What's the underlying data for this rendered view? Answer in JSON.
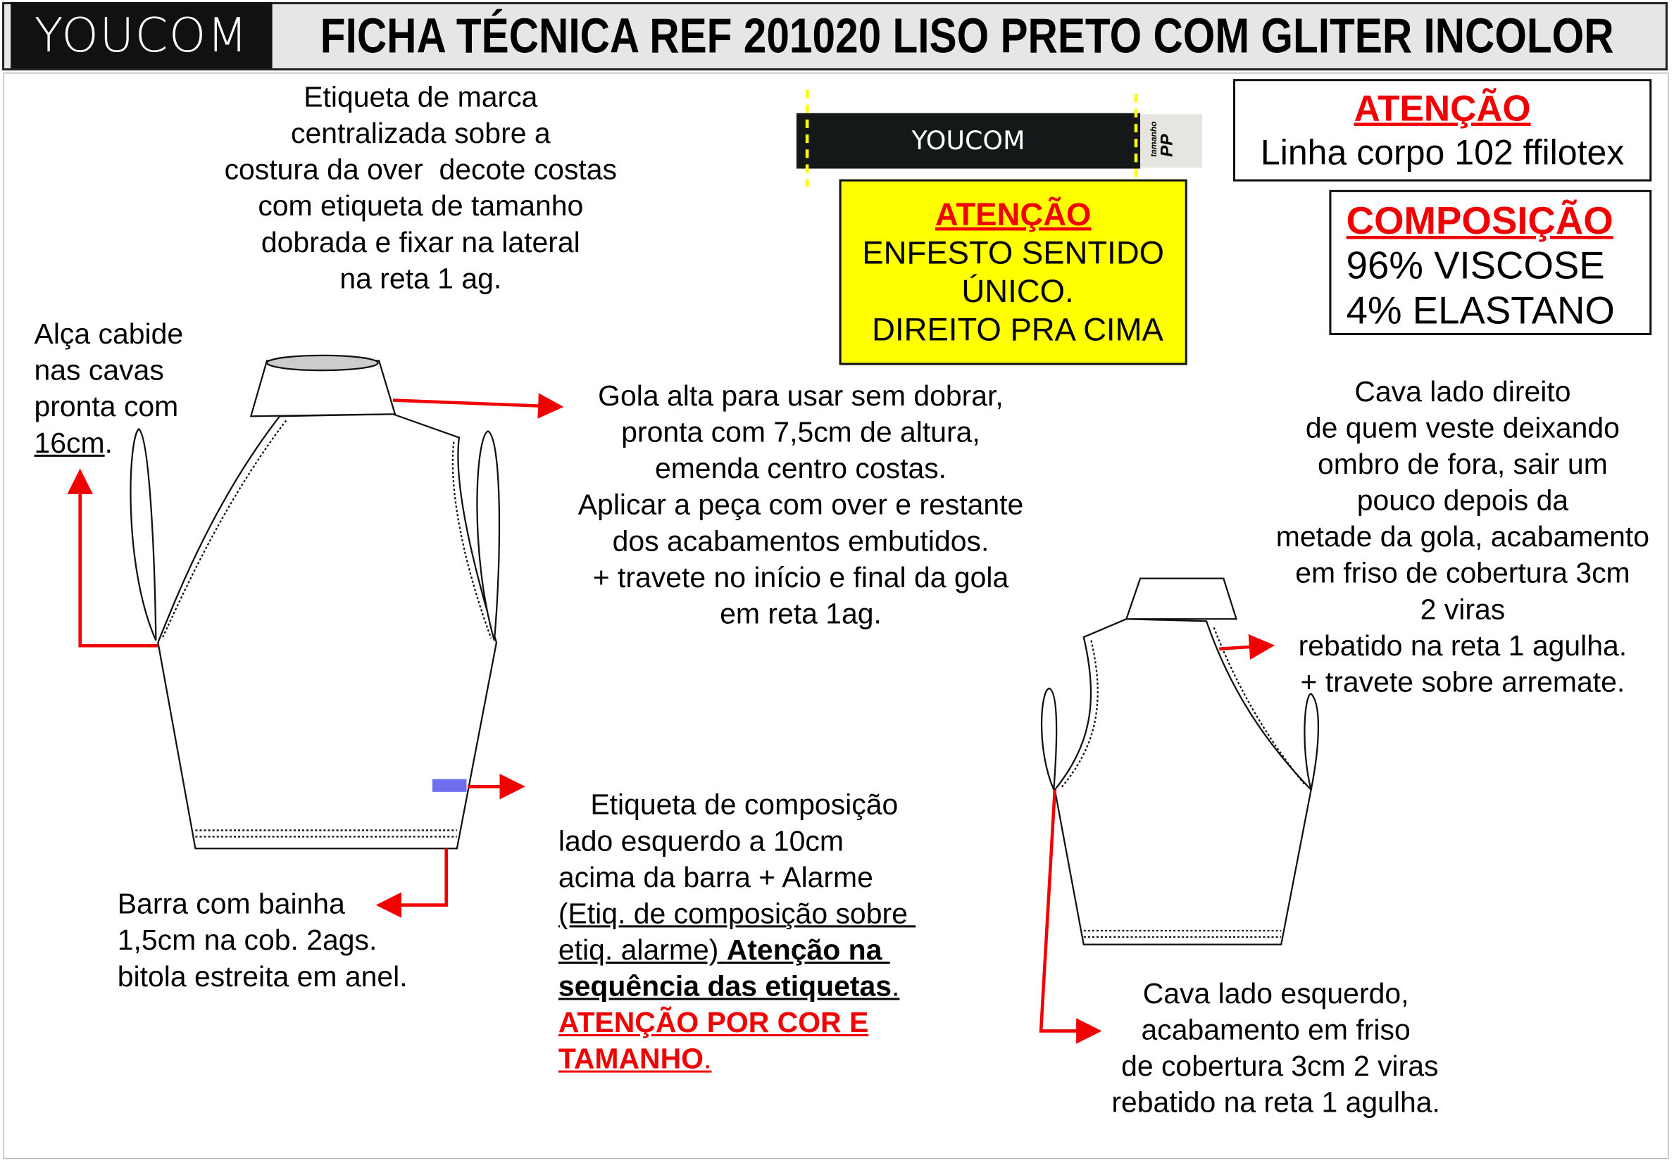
{
  "header": {
    "logo": "YOUCOM",
    "title": "FICHA TÉCNICA REF 201020 LISO PRETO COM GLITER INCOLOR"
  },
  "label_mock": {
    "brand": "YOUCOM",
    "size_caption": "tamanho",
    "size": "PP"
  },
  "notes": {
    "brand_label": "Etiqueta de marca\ncentralizada sobre a\ncostura da over  decote costas\ncom etiqueta de tamanho\ndobrada e fixar na lateral\nna reta 1 ag.",
    "hanger_loop": "Alça cabide\nnas cavas\npronta com",
    "hanger_loop_size": "16cm",
    "hanger_loop_end": ".",
    "collar": "Gola alta para usar sem dobrar,\npronta com 7,5cm de altura,\nemenda centro costas.\nAplicar a peça com over e restante\ndos acabamentos embutidos.\n+ travete no início e final da gola\nem reta 1ag.",
    "hem": "Barra com bainha\n1,5cm na cob. 2ags.\nbitola estreita em anel.",
    "comp_label_1": "Etiqueta de composição\nlado esquerdo a 10cm\nacima da barra + Alarme",
    "comp_label_2": "(Etiq. de composição sobre ",
    "comp_label_3": "etiq. alarme) ",
    "comp_label_bold_1": "Atenção na ",
    "comp_label_bold_2": "sequência das etiquetas",
    "comp_label_dot": ".",
    "comp_label_red_1": "ATENÇÃO POR COR E",
    "comp_label_red_2": "TAMANHO",
    "right_armhole": "Cava lado direito\nde quem veste deixando\nombro de fora, sair um\npouco depois da\nmetade da gola, acabamento\nem friso de cobertura 3cm\n2 viras\nrebatido na reta 1 agulha.\n+ travete sobre arremate.",
    "left_armhole": "Cava lado esquerdo,\nacabamento em friso\n de cobertura 3cm 2 viras\nrebatido na reta 1 agulha."
  },
  "attention_thread": {
    "heading": "ATENÇÃO",
    "text": "Linha corpo 102 ffilotex"
  },
  "attention_spread": {
    "heading": "ATENÇÃO",
    "text": "ENFESTO SENTIDO\n ÚNICO.\n DIREITO PRA CIMA"
  },
  "composition": {
    "heading": "COMPOSIÇÃO",
    "lines": [
      "96% VISCOSE",
      "4% ELASTANO"
    ]
  },
  "colors": {
    "red": "#f00000",
    "yellow": "#ffff00",
    "blue": "#6f6ff0"
  }
}
